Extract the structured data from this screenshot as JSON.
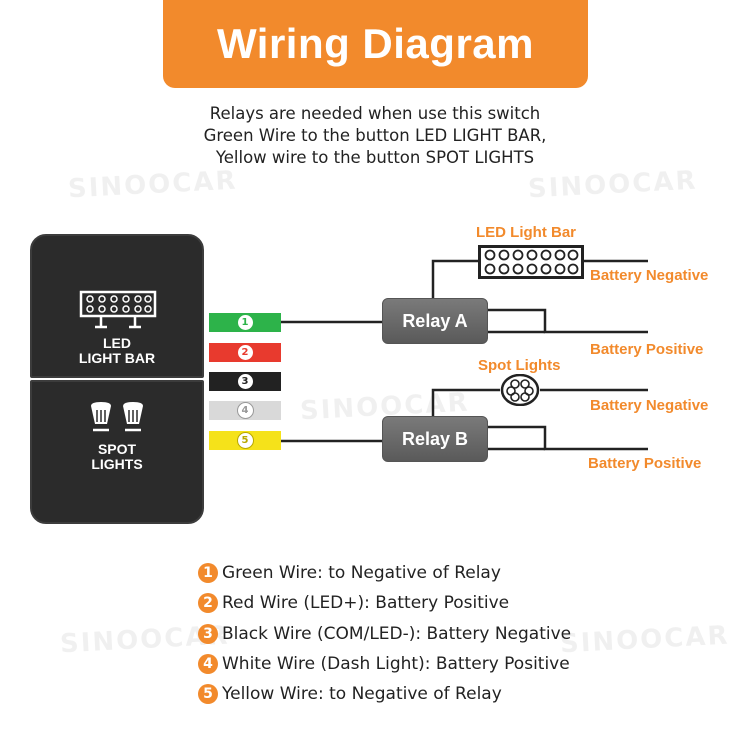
{
  "title": "Wiring Diagram",
  "subtitle_lines": [
    "Relays are needed when use this switch",
    "Green Wire to the button LED LIGHT BAR,",
    "Yellow wire to the button SPOT LIGHTS"
  ],
  "watermark": "SINOOCAR",
  "switch": {
    "top_label": [
      "LED",
      "LIGHT BAR"
    ],
    "bottom_label": [
      "SPOT",
      "LIGHTS"
    ]
  },
  "wires": [
    {
      "num": "1",
      "color": "#2db34a",
      "num_bg": "#ffffff",
      "num_fg": "#2db34a"
    },
    {
      "num": "2",
      "color": "#e83a2e",
      "num_bg": "#ffffff",
      "num_fg": "#e83a2e"
    },
    {
      "num": "3",
      "color": "#222222",
      "num_bg": "#ffffff",
      "num_fg": "#222222"
    },
    {
      "num": "4",
      "color": "#d9d9d9",
      "num_bg": "#ffffff",
      "num_fg": "#999999"
    },
    {
      "num": "5",
      "color": "#f5e21a",
      "num_bg": "#ffffff",
      "num_fg": "#b8a800"
    }
  ],
  "relays": {
    "a": "Relay A",
    "b": "Relay B"
  },
  "labels": {
    "led_light_bar": "LED Light Bar",
    "spot_lights": "Spot Lights",
    "battery_negative": "Battery Negative",
    "battery_positive": "Battery Positive"
  },
  "legend": [
    {
      "num": "1",
      "text": "Green Wire: to Negative of Relay"
    },
    {
      "num": "2",
      "text": "Red Wire (LED+): Battery Positive"
    },
    {
      "num": "3",
      "text": "Black Wire (COM/LED-): Battery Negative"
    },
    {
      "num": "4",
      "text": "White Wire (Dash Light): Battery Positive"
    },
    {
      "num": "5",
      "text": "Yellow Wire: to Negative of Relay"
    }
  ],
  "colors": {
    "accent": "#f28a2c",
    "switch_body": "#2b2b2b",
    "relay": "#6a6a6a",
    "line": "#222222"
  }
}
